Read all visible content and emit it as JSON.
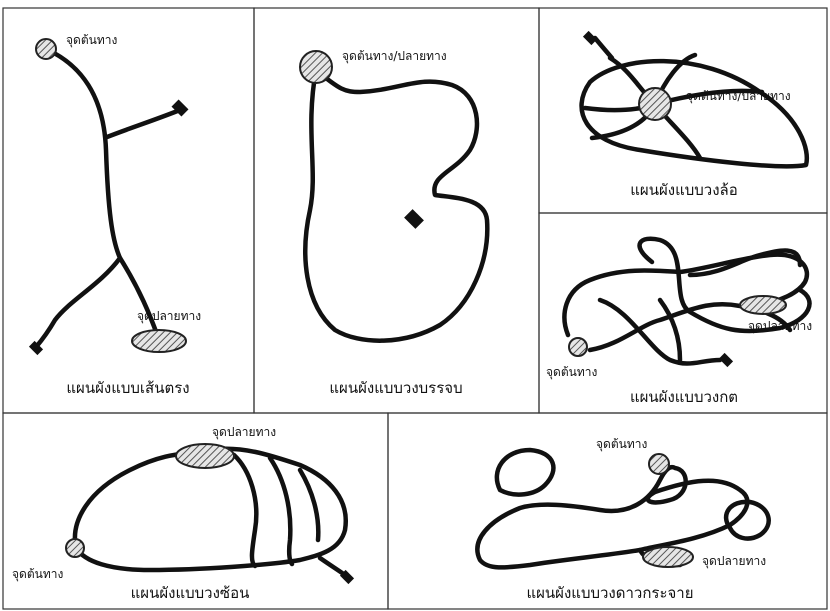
{
  "panels": {
    "linear": {
      "caption": "แผนผังแบบเส้นตรง",
      "start_label": "จุดต้นทาง",
      "end_label": "จุดปลายทาง"
    },
    "single_loop": {
      "caption": "แผนผังแบบวงบรรจบ",
      "start_end_label": "จุดต้นทาง/ปลายทาง"
    },
    "wheel": {
      "caption": "แผนผังแบบวงล้อ",
      "start_end_label": "จุดต้นทาง/ปลายทาง"
    },
    "knot": {
      "caption": "แผนผังแบบวงกต",
      "start_label": "จุดต้นทาง",
      "end_label": "จุดปลายทาง"
    },
    "stacked": {
      "caption": "แผนผังแบบวงซ้อน",
      "start_label": "จุดต้นทาง",
      "end_label": "จุดปลายทาง"
    },
    "satellite": {
      "caption": "แผนผังแบบวงดาวกระจาย",
      "start_label": "จุดต้นทาง",
      "end_label": "จุดปลายทาง"
    }
  },
  "legend_colors": {
    "route": "#111111",
    "node_hatch": "#555555",
    "node_fill": "#e6e6e6"
  }
}
